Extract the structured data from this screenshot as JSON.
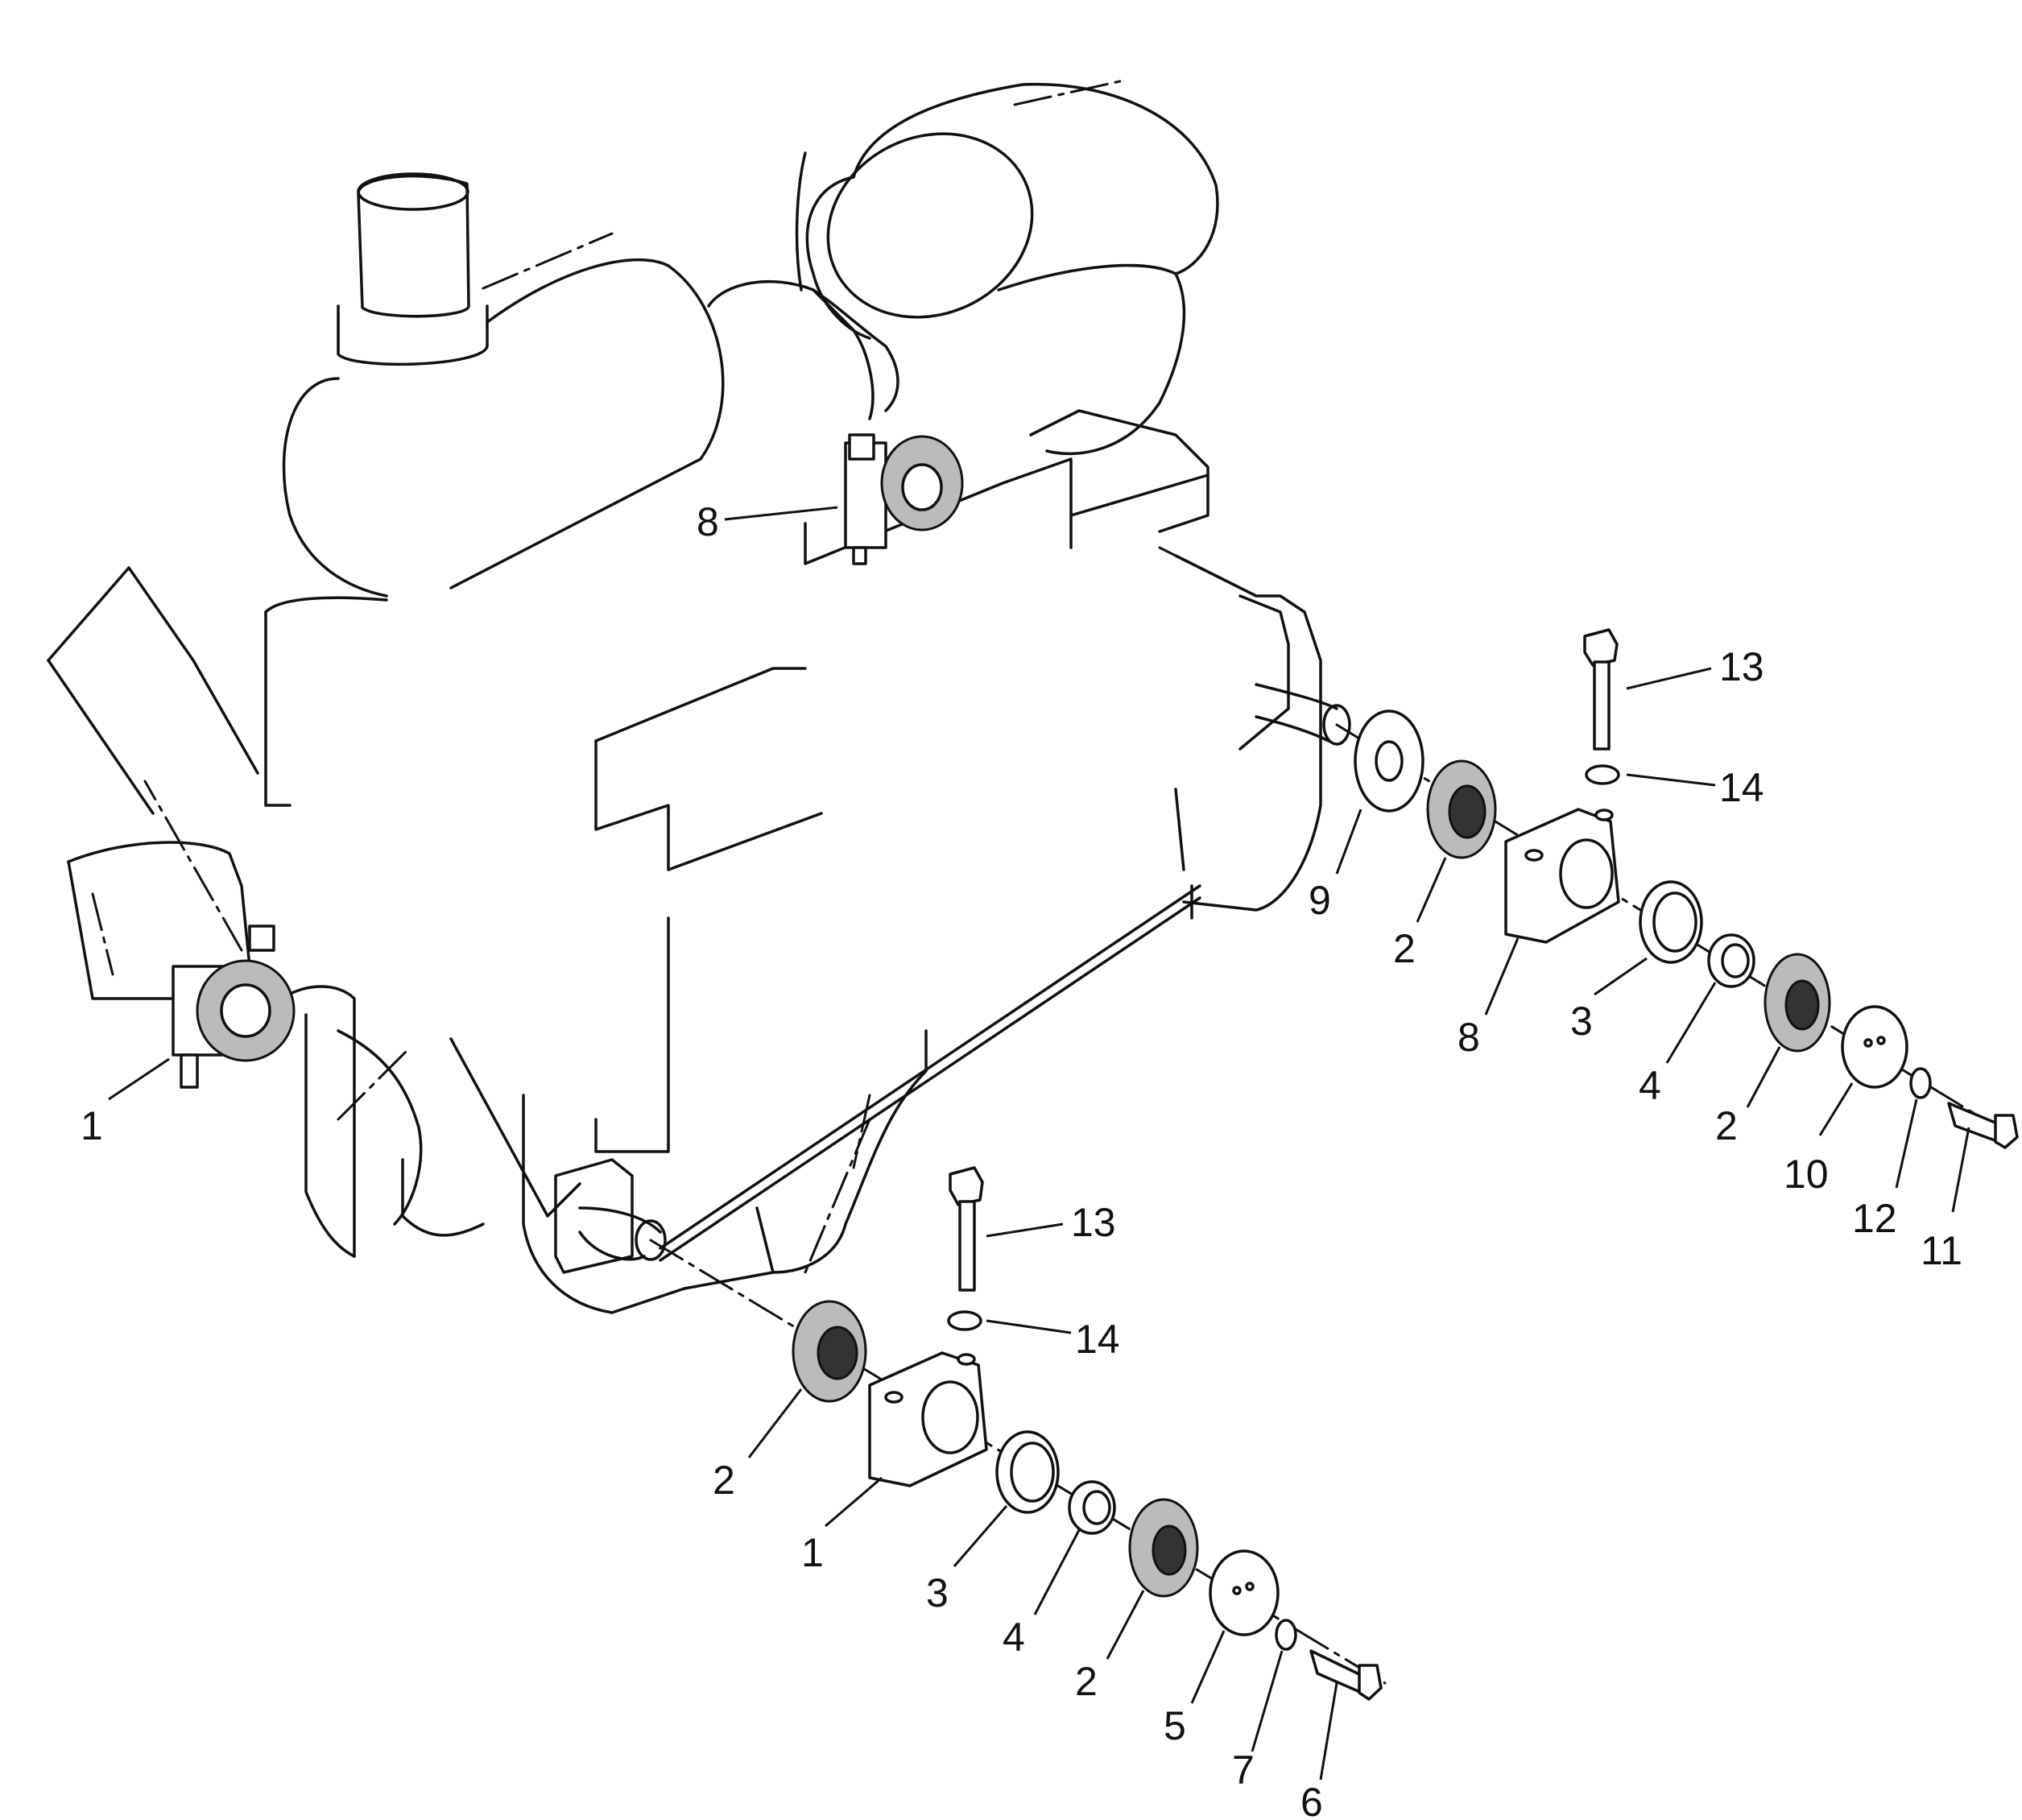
{
  "callouts": [
    {
      "id": "c1a",
      "text": "1"
    },
    {
      "id": "c8a",
      "text": "8"
    },
    {
      "id": "c13a",
      "text": "13"
    },
    {
      "id": "c14a",
      "text": "14"
    },
    {
      "id": "c9",
      "text": "9"
    },
    {
      "id": "c2a",
      "text": "2"
    },
    {
      "id": "c8b",
      "text": "8"
    },
    {
      "id": "c3a",
      "text": "3"
    },
    {
      "id": "c4a",
      "text": "4"
    },
    {
      "id": "c2b",
      "text": "2"
    },
    {
      "id": "c10",
      "text": "10"
    },
    {
      "id": "c12",
      "text": "12"
    },
    {
      "id": "c11",
      "text": "11"
    },
    {
      "id": "c13b",
      "text": "13"
    },
    {
      "id": "c14b",
      "text": "14"
    },
    {
      "id": "c2c",
      "text": "2"
    },
    {
      "id": "c1b",
      "text": "1"
    },
    {
      "id": "c3b",
      "text": "3"
    },
    {
      "id": "c4b",
      "text": "4"
    },
    {
      "id": "c2d",
      "text": "2"
    },
    {
      "id": "c5",
      "text": "5"
    },
    {
      "id": "c7",
      "text": "7"
    },
    {
      "id": "c6",
      "text": "6"
    }
  ]
}
